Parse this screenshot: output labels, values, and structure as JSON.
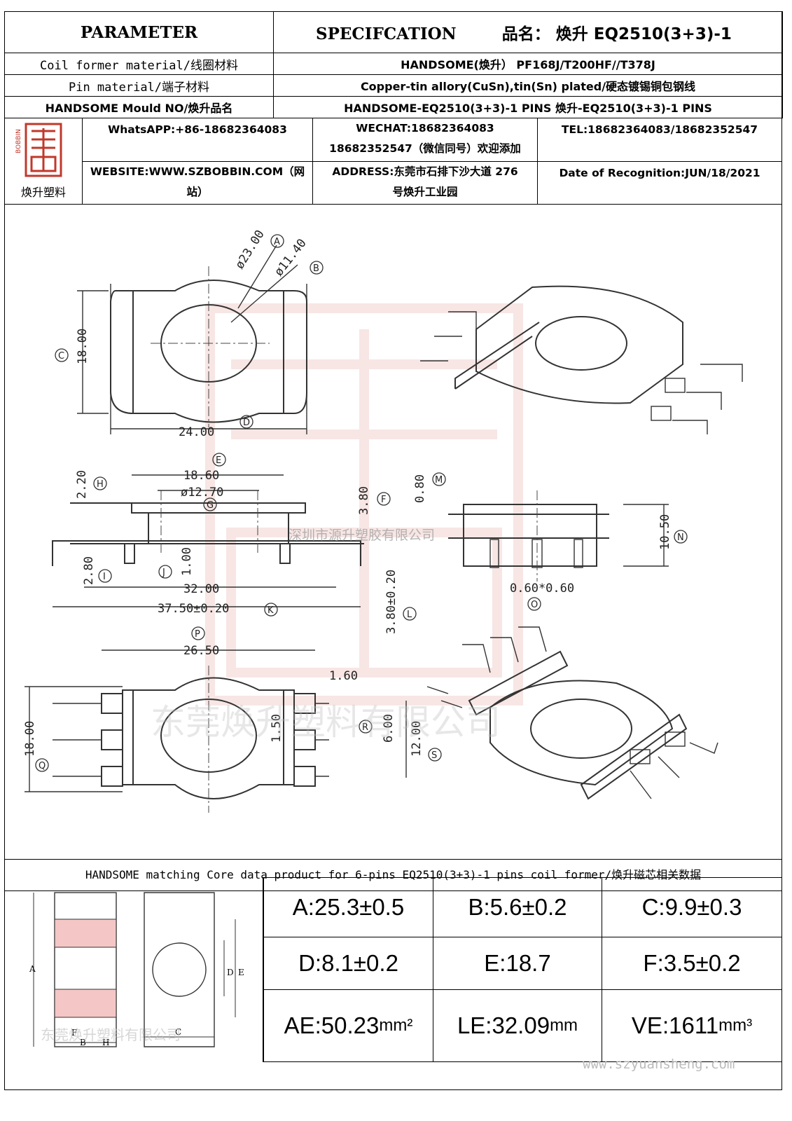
{
  "header": {
    "parameter_label": "PARAMETER",
    "spec_label": "SPECIFCATION",
    "product_name": "品名： 焕升 EQ2510(3+3)-1"
  },
  "rows": [
    {
      "label": "Coil former material/线圈材料",
      "value": "HANDSOME(焕升）    PF168J/T200HF//T378J"
    },
    {
      "label": "Pin material/端子材料",
      "value": "Copper-tin allory(CuSn),tin(Sn) plated/硬态镀锡铜包钢线"
    },
    {
      "label": "HANDSOME Mould NO/焕升品名",
      "value": "HANDSOME-EQ2510(3+3)-1 PINS    焕升-EQ2510(3+3)-1 PINS"
    }
  ],
  "logo": {
    "text": "焕升塑料",
    "emblem": "BOBBIN"
  },
  "contact": {
    "whatsapp": "WhatsAPP:+86-18682364083",
    "wechat_1": "WECHAT:18682364083",
    "wechat_2": "18682352547（微信同号）欢迎添加",
    "tel": "TEL:18682364083/18682352547",
    "website_1": "WEBSITE:WWW.SZBOBBIN.COM（网",
    "website_2": "站）",
    "address_1": "ADDRESS:东莞市石排下沙大道 276",
    "address_2": "号焕升工业园",
    "date": "Date of Recognition:JUN/18/2021"
  },
  "drawing": {
    "dims": {
      "A": "ø23.00",
      "B": "ø11.40",
      "C": "18.00",
      "D": "24.00",
      "E": "18.60",
      "G": "ø12.70",
      "H": "2.20",
      "F": "3.80",
      "I": "2.80",
      "J": "1.00",
      "K1": "32.00",
      "K": "37.50±0.20",
      "L1": "3.80±0.20",
      "M": "0.80",
      "N": "10.50",
      "O": "0.60*0.60",
      "P": "26.50",
      "P2": "1.60",
      "Q": "18.00",
      "R1": "1.50",
      "R": "6.00",
      "S": "12.00"
    },
    "callouts": [
      "A",
      "B",
      "C",
      "D",
      "E",
      "F",
      "G",
      "H",
      "I",
      "J",
      "K",
      "L",
      "M",
      "N",
      "O",
      "P",
      "Q",
      "R",
      "S"
    ],
    "watermark_1": "深圳市源升塑胶有限公司",
    "watermark_2": "东莞焕升塑料有限公司"
  },
  "core": {
    "banner": "HANDSOME matching Core data  product for 6-pins EQ2510(3+3)-1 pins coil former/焕升磁芯相关数据",
    "values": [
      {
        "label": "A:25.3±0.5"
      },
      {
        "label": "B:5.6±0.2"
      },
      {
        "label": "C:9.9±0.3"
      },
      {
        "label": "D:8.1±0.2"
      },
      {
        "label": "E:18.7"
      },
      {
        "label": "F:3.5±0.2"
      },
      {
        "label": "AE:50.23",
        "unit": "mm²"
      },
      {
        "label": "LE:32.09",
        "unit": "mm"
      },
      {
        "label": "VE:1611",
        "unit": "mm³"
      }
    ],
    "diagram_labels": [
      "A",
      "B",
      "C",
      "D",
      "E",
      "F",
      "H"
    ],
    "watermark": "东莞焕升塑料有限公司",
    "footer_watermark": "www.szyuansheng.com"
  }
}
